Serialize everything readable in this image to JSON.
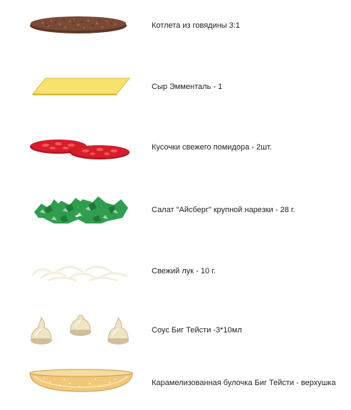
{
  "ingredients": [
    {
      "icon": "beef-patty-icon",
      "label": "Котлета из говядины 3:1"
    },
    {
      "icon": "emmental-cheese-slice-icon",
      "label": "Сыр Эмменталь - 1"
    },
    {
      "icon": "tomato-slices-icon",
      "label": "Кусочки свежего помидора - 2шт."
    },
    {
      "icon": "iceberg-lettuce-icon",
      "label": "Салат \"Айсберг\" крупной нарезки - 28 г."
    },
    {
      "icon": "fresh-onion-icon",
      "label": "Свежий лук - 10 г."
    },
    {
      "icon": "sauce-dollops-icon",
      "label": "Соус Биг Тейсти -3*10мл"
    },
    {
      "icon": "bun-top-icon",
      "label": "Карамелизованная булочка Биг Тейсти - верхушка"
    }
  ],
  "colors": {
    "patty": "#7a4a36",
    "cheese": "#f7e26b",
    "tomato": "#d81e2a",
    "lettuce": "#2f9e4f",
    "onion": "#f4efdc",
    "sauce": "#efe4c4",
    "bun": "#f0c87a"
  }
}
